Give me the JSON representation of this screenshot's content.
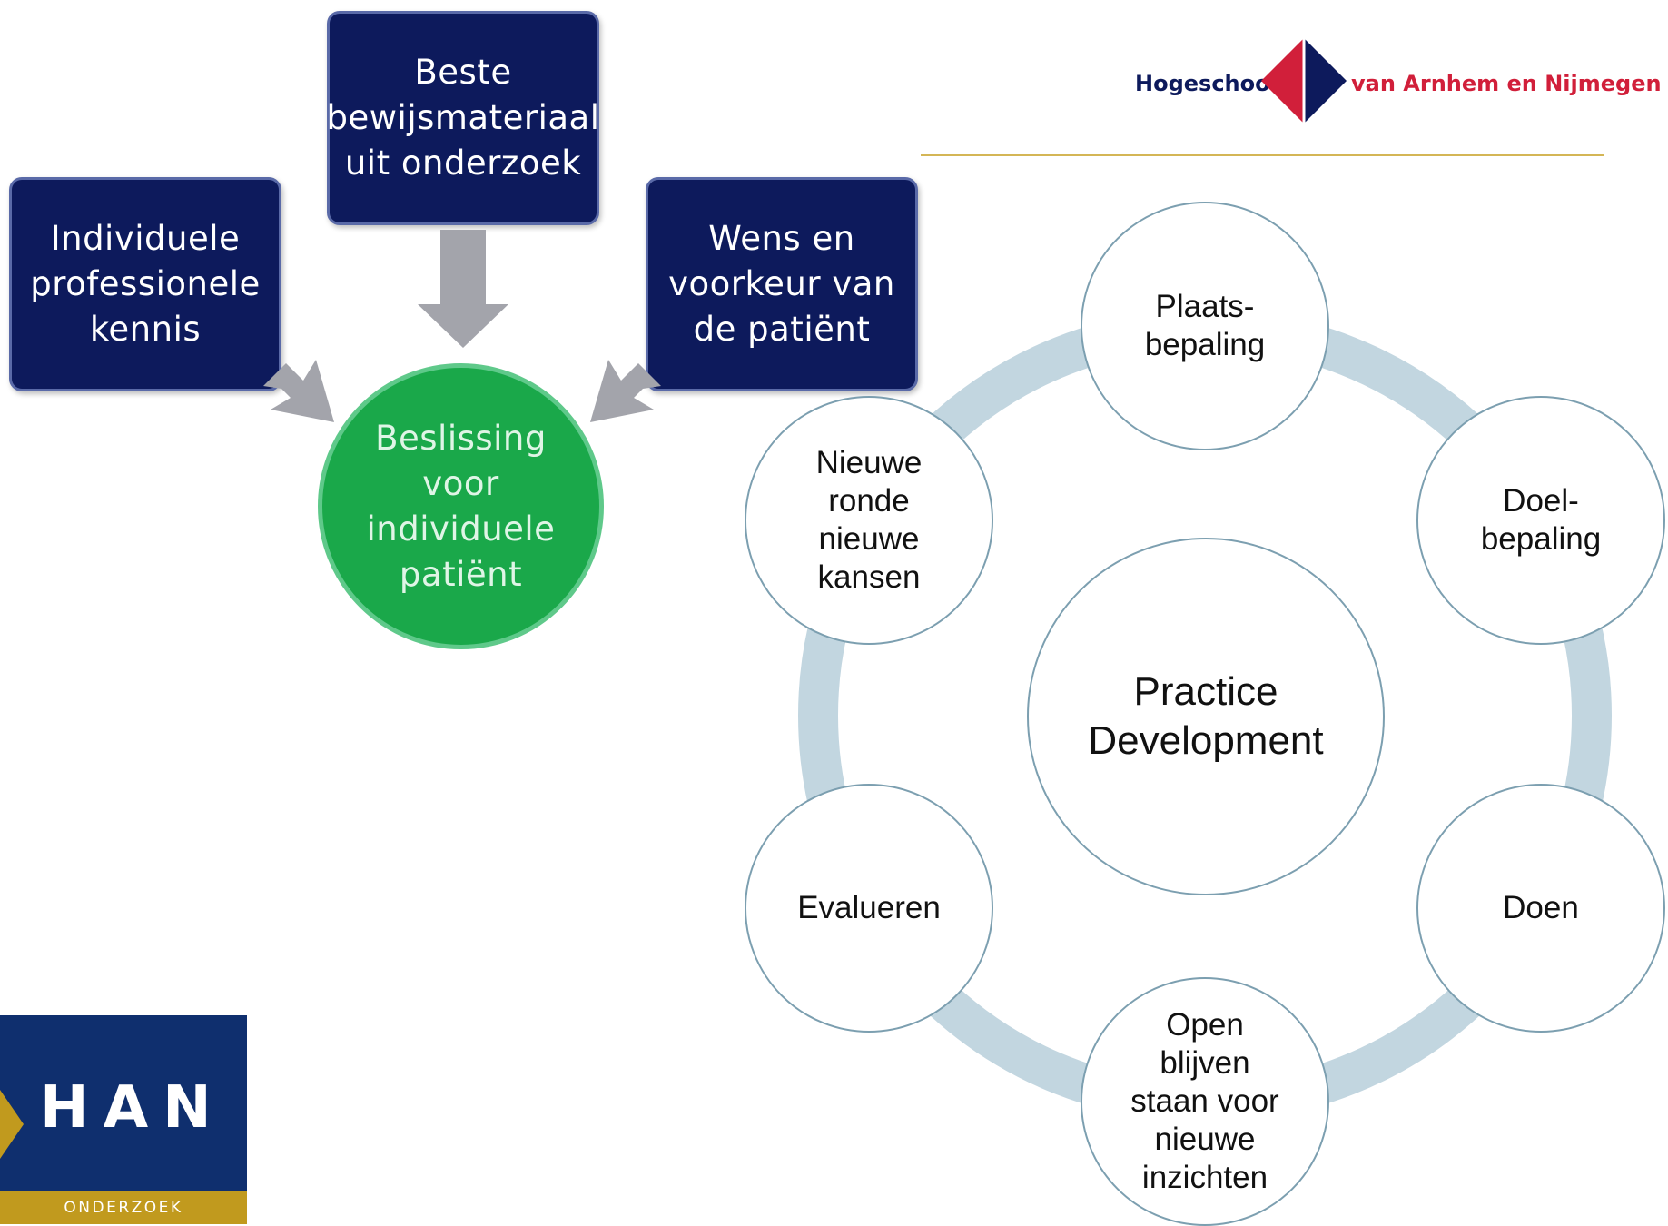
{
  "ebp": {
    "top_box": "Beste\nbewijsmateriaal\nuit onderzoek",
    "left_box": "Individuele\nprofessionele\nkennis",
    "right_box": "Wens en\nvoorkeur van\nde patiënt",
    "decision": "Beslissing\nvoor\nindividuele\npatiënt"
  },
  "brand": {
    "left": "Hogeschool",
    "right": "van Arnhem en Nijmegen"
  },
  "han_logo": {
    "letters": "HAN",
    "band": "ONDERZOEK"
  },
  "cycle": {
    "center": "Practice\nDevelopment",
    "nodes": [
      "Plaats-\nbepaling",
      "Doel-\nbepaling",
      "Doen",
      "Open\nblijven\nstaan voor\nnieuwe\ninzichten",
      "Evalueren",
      "Nieuwe\nronde\nnieuwe\nkansen"
    ]
  },
  "colors": {
    "navy": "#0d1a5c",
    "green": "#1aa84a",
    "arrow_grey": "#a3a4ab",
    "ring": "#c2d6e0",
    "node_border": "#7c9fb0",
    "brand_red": "#d11f3a",
    "han_gold": "#c19a1e"
  }
}
